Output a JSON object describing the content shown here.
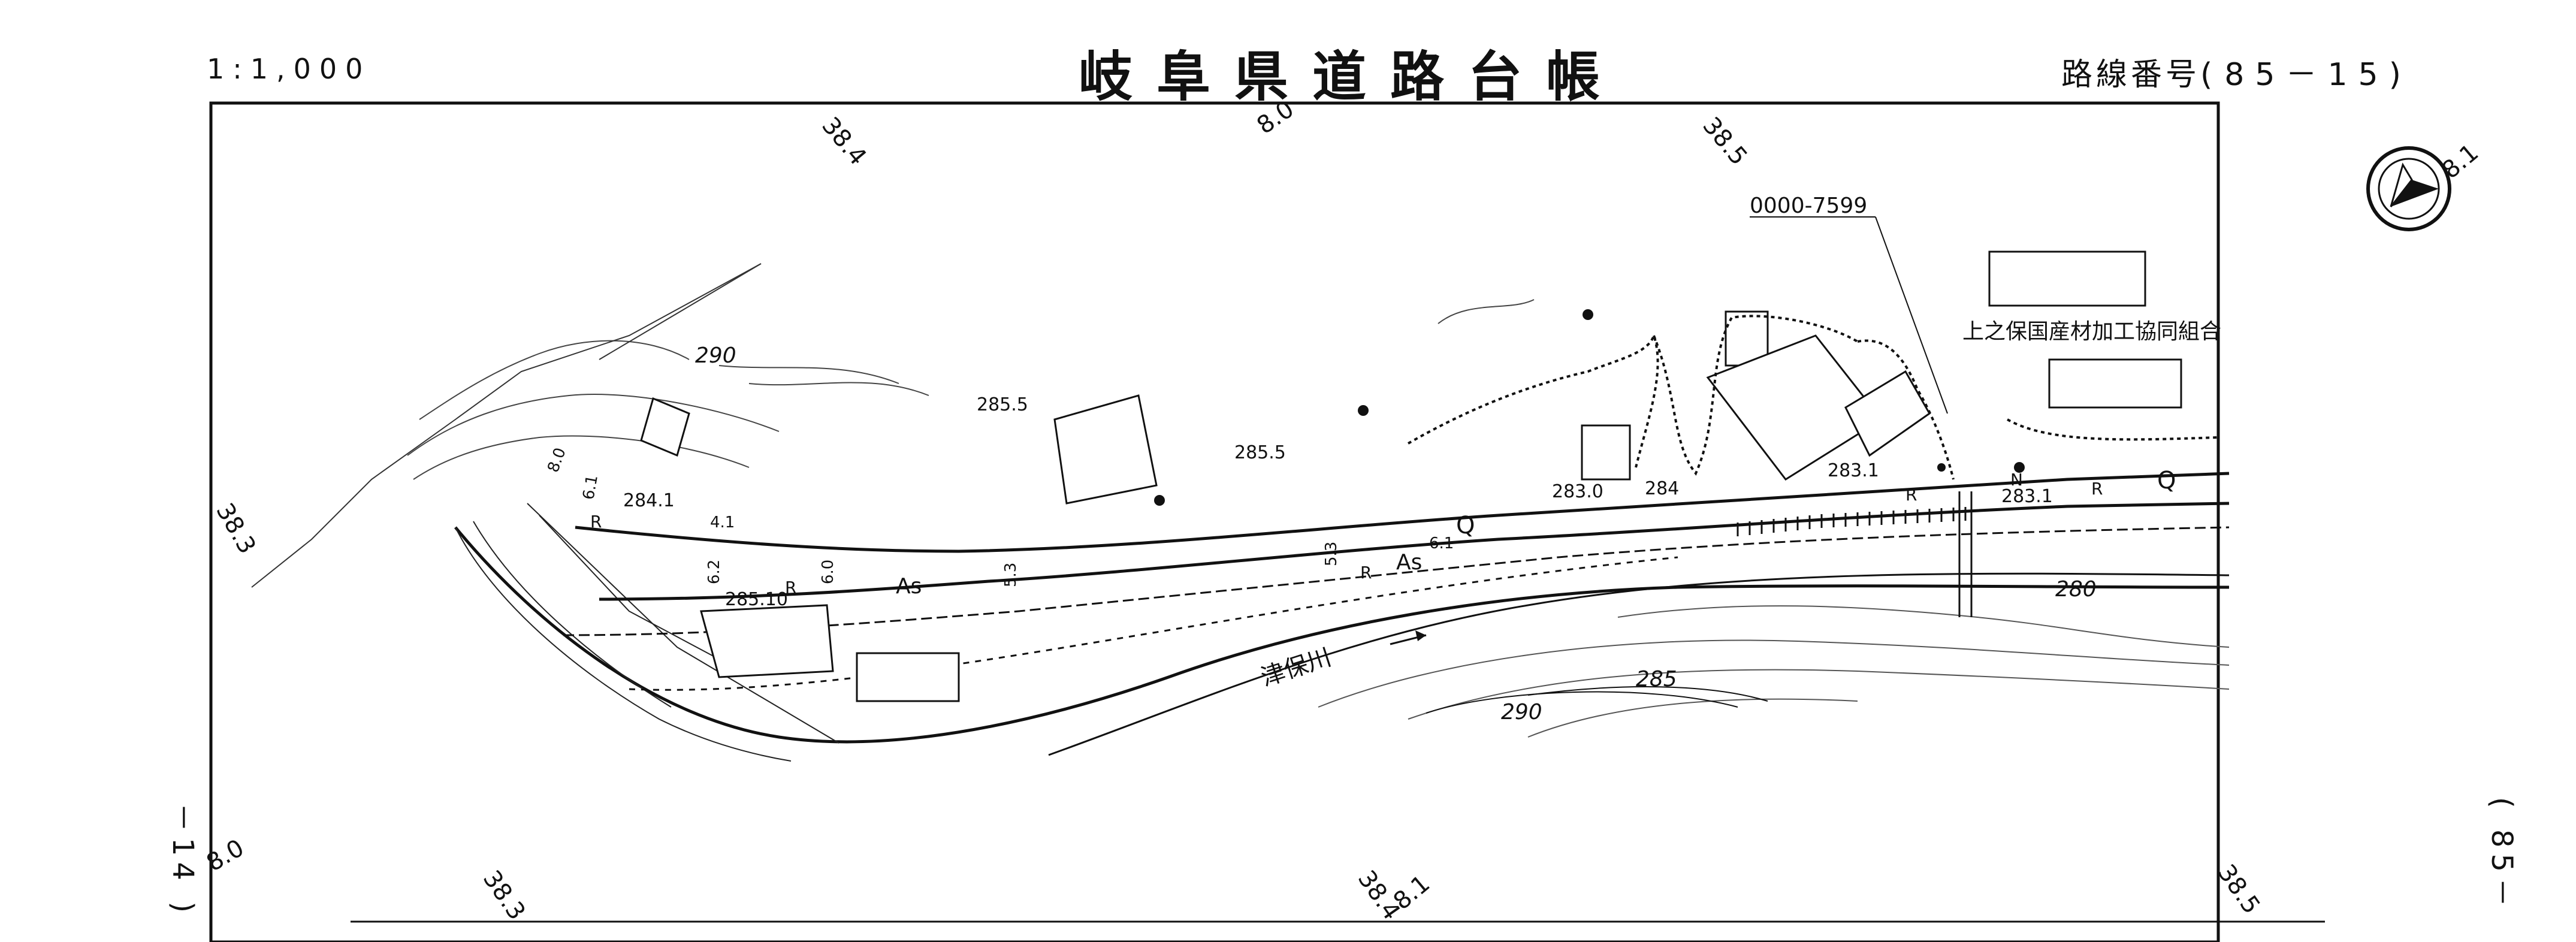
{
  "header": {
    "scale": "1:1,000",
    "title": "岐阜県道路台帳",
    "route_label": "路線番号(",
    "route_number": "85－15",
    "route_close": ")"
  },
  "neighbors": {
    "previous": "－14 )",
    "next": "( 85－"
  },
  "map": {
    "parcel_id": "0000-7599",
    "facility_name": "上之保国産材加工協同組合",
    "river_name": "津保川",
    "road_surface": "As",
    "road_surface_2": "As",
    "grid": {
      "top_left": "38.4",
      "top_mid": "8.0",
      "top_right": "38.5",
      "corner": "8.1",
      "left": "38.3",
      "bottom_left_8": "8.0",
      "bottom_left": "38.3",
      "bottom_mid": "38.4",
      "bottom_mid_8": "8.1",
      "bottom_right": "38.5"
    },
    "contours": {
      "c290_top": "290",
      "c280": "280",
      "c285": "285",
      "c290_river": "290"
    },
    "elevations": {
      "e1": "285.5",
      "e2": "285.5",
      "e3": "284.1",
      "e4": "285.10",
      "e5": "283.0",
      "e6": "284",
      "e7": "283.1",
      "e8": "283.1"
    },
    "widths": {
      "w1": "8.0",
      "w2": "6.1",
      "w3": "4.1",
      "w4": "6.0",
      "w5": "6.2",
      "w6": "5.3",
      "w7": "5.3",
      "w8": "6.1"
    },
    "markers": {
      "r1": "R",
      "r2": "R",
      "r3": "R",
      "r4": "R",
      "r5": "R",
      "q1": "Q",
      "q2": "Q",
      "n": "N"
    },
    "north_arrow": "north-arrow-icon"
  }
}
